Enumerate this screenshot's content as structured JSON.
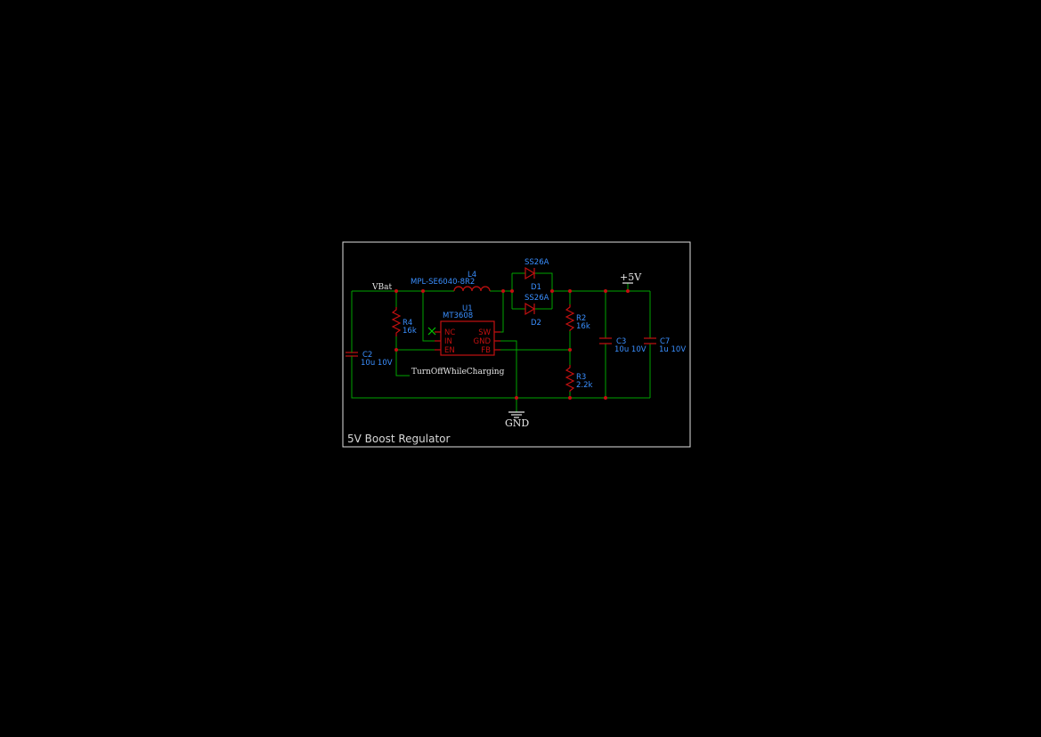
{
  "sheet": {
    "title": "5V Boost Regulator"
  },
  "nets": {
    "vbat": "VBat",
    "vout": "+5V",
    "gnd": "GND",
    "enable": "TurnOffWhileCharging"
  },
  "parts": {
    "l4": {
      "ref": "L4",
      "value": "MPL-SE6040-8R2"
    },
    "u1": {
      "ref": "U1",
      "value": "MT3608",
      "pins": [
        "NC",
        "IN",
        "EN",
        "SW",
        "GND",
        "FB"
      ]
    },
    "d1": {
      "ref": "D1",
      "value": "SS26A"
    },
    "d2": {
      "ref": "D2",
      "value": "SS26A"
    },
    "r2": {
      "ref": "R2",
      "value": "16k"
    },
    "r3": {
      "ref": "R3",
      "value": "2.2k"
    },
    "r4": {
      "ref": "R4",
      "value": "16k"
    },
    "c2": {
      "ref": "C2",
      "value": "10u 10V"
    },
    "c3": {
      "ref": "C3",
      "value": "10u 10V"
    },
    "c7": {
      "ref": "C7",
      "value": "1u 10V"
    }
  },
  "colors": {
    "background": "#000000",
    "wire": "#00a400",
    "component": "#c41010",
    "reference": "#3a8fff",
    "net_label": "#e8e8e8",
    "frame": "#e0e0e0"
  }
}
